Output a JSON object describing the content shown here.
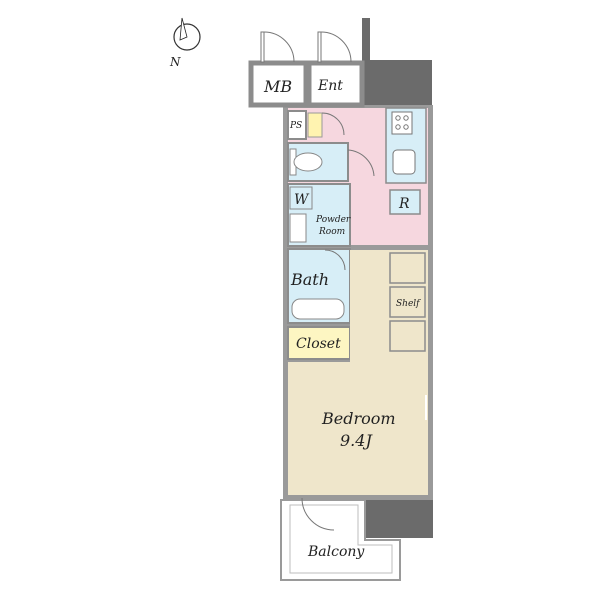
{
  "compass": {
    "label": "N"
  },
  "rooms": {
    "mb": "MB",
    "ent": "Ent",
    "ps": "PS",
    "refrigerator": "R",
    "washer": "W",
    "powder_room_line1": "Powder",
    "powder_room_line2": "Room",
    "bath": "Bath",
    "shelf": "Shelf",
    "closet": "Closet",
    "bedroom": "Bedroom",
    "bedroom_size": "9.4J",
    "balcony": "Balcony"
  }
}
